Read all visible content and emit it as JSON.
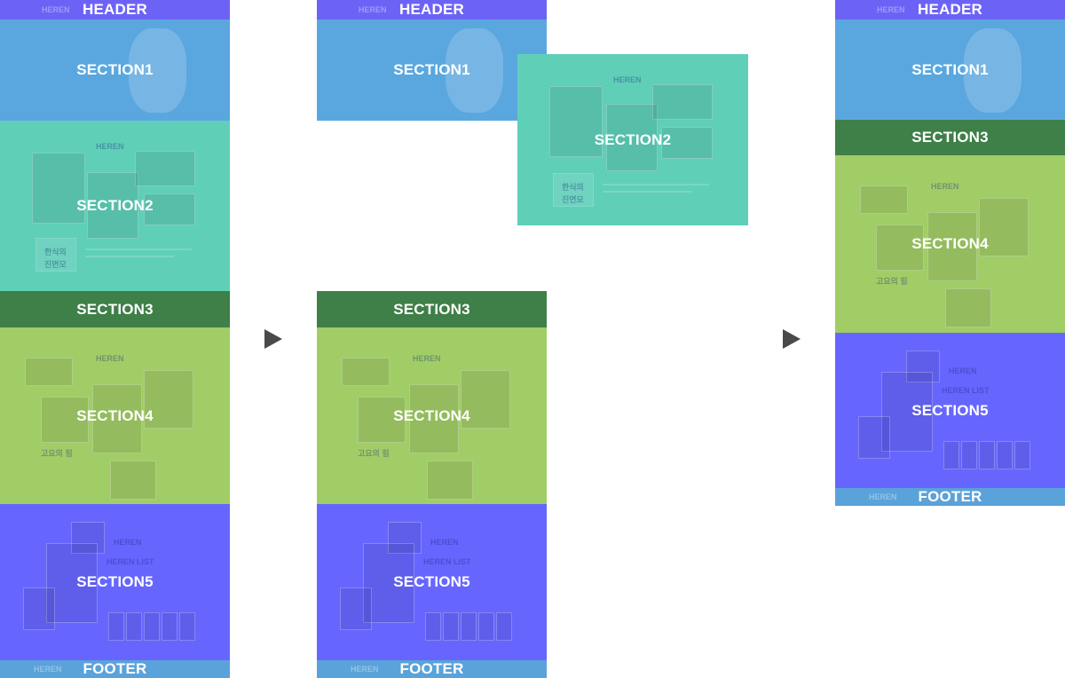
{
  "colors": {
    "header": "#6c63f6",
    "section1": "#5aa7df",
    "section2": "#5fcfb8",
    "section3": "#3f7f48",
    "section4": "#a1cd66",
    "section5": "#6666ff",
    "footer": "#5aa2da",
    "arrow": "#4a4a4a"
  },
  "labels": {
    "header": "HEADER",
    "section1": "SECTION1",
    "section2": "SECTION2",
    "section3": "SECTION3",
    "section4": "SECTION4",
    "section5": "SECTION5",
    "footer": "FOOTER"
  },
  "ghost": {
    "brand": "HEREN",
    "korean_line1": "한식의",
    "korean_line2": "진면모",
    "section4_caption": "고요의 힘",
    "section5_title": "HEREN LIST"
  }
}
